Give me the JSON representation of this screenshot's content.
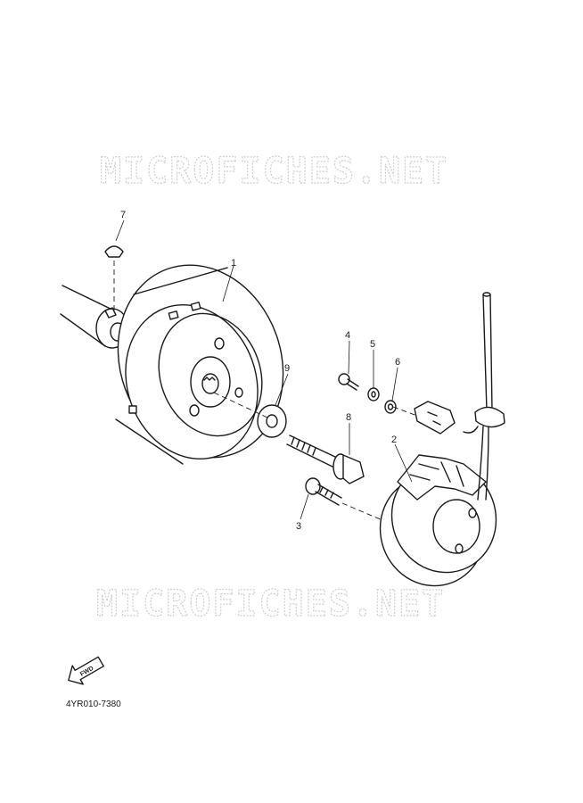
{
  "watermark": {
    "text": "MICROFICHES.NET"
  },
  "callouts": [
    {
      "id": "1",
      "label": "1"
    },
    {
      "id": "2",
      "label": "2"
    },
    {
      "id": "3",
      "label": "3"
    },
    {
      "id": "4",
      "label": "4"
    },
    {
      "id": "5",
      "label": "5"
    },
    {
      "id": "6",
      "label": "6"
    },
    {
      "id": "7",
      "label": "7"
    },
    {
      "id": "8",
      "label": "8"
    },
    {
      "id": "9",
      "label": "9"
    }
  ],
  "fwd_arrow": {
    "label": "FWD",
    "icon": "fwd-arrow-icon"
  },
  "diagram_code": "4YR010-7380"
}
